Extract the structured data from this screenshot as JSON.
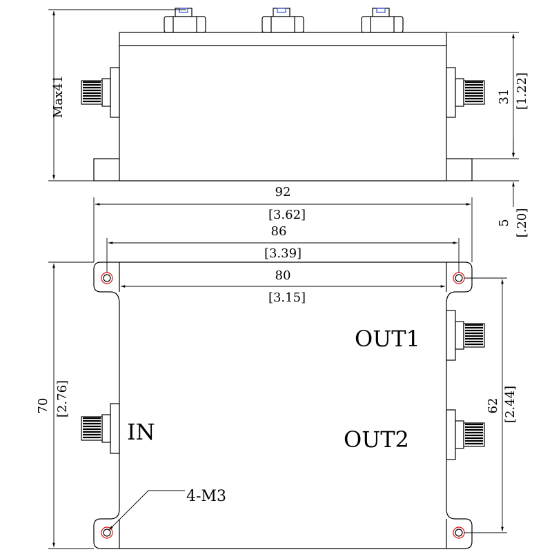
{
  "side_view": {
    "height_max": "Max41",
    "body_height": {
      "mm": "31",
      "inch": "[1.22]"
    },
    "base_height": {
      "mm": "5",
      "inch": "[.20]"
    }
  },
  "top_view": {
    "overall_length": {
      "mm": "92",
      "inch": "[3.62]"
    },
    "hole_spacing_long": {
      "mm": "86",
      "inch": "[3.39]"
    },
    "body_length": {
      "mm": "80",
      "inch": "[3.15]"
    },
    "overall_width": {
      "mm": "70",
      "inch": "[2.76]"
    },
    "hole_spacing_short": {
      "mm": "62",
      "inch": "[2.44]"
    },
    "port_in": "IN",
    "port_out1": "OUT1",
    "port_out2": "OUT2",
    "mount_holes": "4-M3"
  },
  "colors": {
    "line": "#000000",
    "hole": "#e01010"
  }
}
